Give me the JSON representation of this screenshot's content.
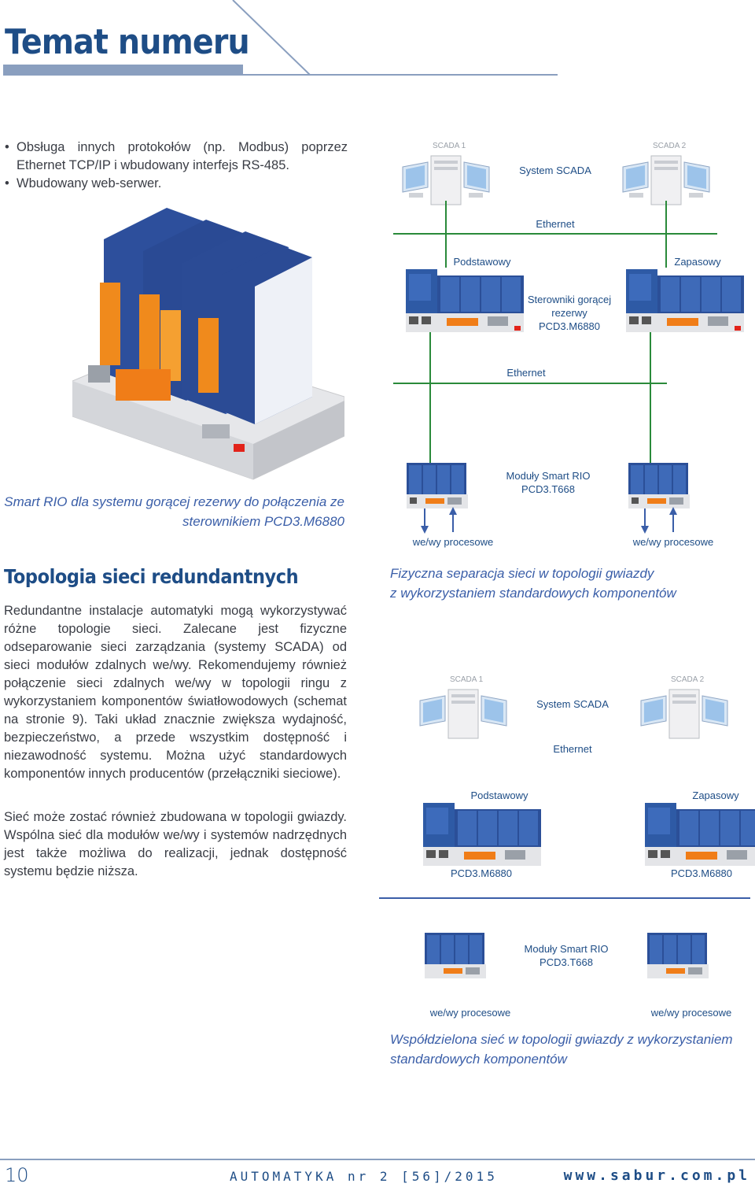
{
  "header": {
    "title": "Temat numeru"
  },
  "bullets": [
    "Obsługa innych protokołów (np. Modbus) poprzez Ethernet TCP/IP i wbudowany interfejs RS-485.",
    "Wbudowany web-serwer."
  ],
  "photo_caption": "Smart RIO dla systemu gorącej rezerwy do połączenia ze sterownikiem PCD3.M6880",
  "section": {
    "heading": "Topologia sieci redundantnych",
    "para1": "Redundantne instalacje automatyki mogą wykorzystywać różne topologie sieci. Zalecane jest fizyczne odseparowanie sieci zarządzania (systemy SCADA) od sieci modułów zdalnych we/wy. Rekomendujemy również połączenie sieci zdalnych we/wy w topologii ringu z wykorzystaniem komponentów światłowodowych (schemat na stronie 9). Taki układ znacznie zwiększa wydajność, bezpieczeństwo, a przede wszystkim dostępność i niezawodność systemu. Można użyć standardowych komponentów innych producentów (przełączniki sieciowe).",
    "para2": "Sieć może zostać również zbudowana w topologii gwiazdy. Wspólna sieć dla modułów we/wy i systemów nadrzędnych jest także możliwa do realizacji, jednak dostępność systemu będzie niższa."
  },
  "diagram1": {
    "scada1": "SCADA 1",
    "scada2": "SCADA 2",
    "system": "System SCADA",
    "ethernet_top": "Ethernet",
    "primary": "Podstawowy",
    "backup": "Zapasowy",
    "controllers_1": "Sterowniki gorącej",
    "controllers_2": "rezerwy",
    "controllers_3": "PCD3.M6880",
    "ethernet_bottom": "Ethernet",
    "rio_1": "Moduły Smart RIO",
    "rio_2": "PCD3.T668",
    "io_left": "we/wy procesowe",
    "io_right": "we/wy procesowe",
    "caption_1": "Fizyczna separacja sieci w topologii gwiazdy",
    "caption_2": "z wykorzystaniem standardowych komponentów"
  },
  "diagram2": {
    "scada1": "SCADA 1",
    "scada2": "SCADA 2",
    "system": "System SCADA",
    "ethernet": "Ethernet",
    "primary": "Podstawowy",
    "backup": "Zapasowy",
    "pcd_left": "PCD3.M6880",
    "pcd_right": "PCD3.M6880",
    "rio_1": "Moduły Smart RIO",
    "rio_2": "PCD3.T668",
    "io_left": "we/wy procesowe",
    "io_right": "we/wy procesowe",
    "caption_1": "Współdzielona sieć w topologii gwiazdy z wykorzystaniem",
    "caption_2": "standardowych komponentów"
  },
  "footer": {
    "page_number": "10",
    "magazine": "AUTOMATYKA nr 2 [56]/2015",
    "website": "www.sabur.com.pl"
  },
  "colors": {
    "brand_blue": "#1e4d86",
    "line_blue": "#3a5ea8",
    "network_green": "#2a8a3a",
    "accent_bar": "#8a9fbf"
  }
}
